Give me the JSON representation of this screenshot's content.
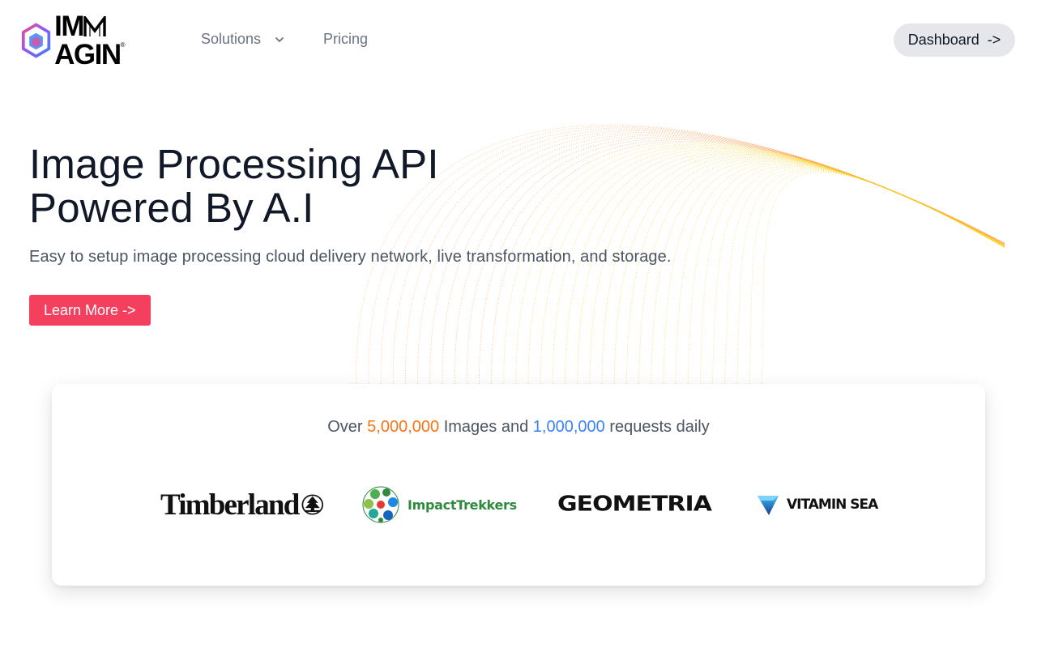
{
  "logo": {
    "word_pre": "IM",
    "word_post": "AGIN",
    "reg": "®"
  },
  "nav": {
    "solutions": "Solutions",
    "pricing": "Pricing",
    "dashboard": "Dashboard",
    "dashboard_arrow": "->"
  },
  "hero": {
    "title_line1": "Image Processing API",
    "title_line2": "Powered By A.I",
    "subtitle": "Easy to setup image processing cloud delivery network, live transformation, and storage.",
    "cta": "Learn More ->"
  },
  "stats": {
    "prefix": "Over",
    "images_count": "5,000,000",
    "images_label": "Images and",
    "requests_count": "1,000,000",
    "requests_label": "requests daily"
  },
  "brands": {
    "timberland": "Timberland",
    "impact": "ImpactTrekkers",
    "geometria": "GEOMETRIA",
    "vitamin": "VITAMIN SEA"
  },
  "colors": {
    "accent_red": "#f43f5e",
    "stat_orange": "#f97316",
    "stat_blue": "#3b82f6",
    "wave_yellow": "#facc15",
    "wave_orange": "#fb923c"
  },
  "icons": {
    "logo": "hexagon-logo-icon",
    "solutions_chevron": "chevron-down-icon",
    "timberland_tree": "tree-icon",
    "impact_globe": "globe-leaves-icon",
    "vitamin_drop": "drop-icon"
  }
}
